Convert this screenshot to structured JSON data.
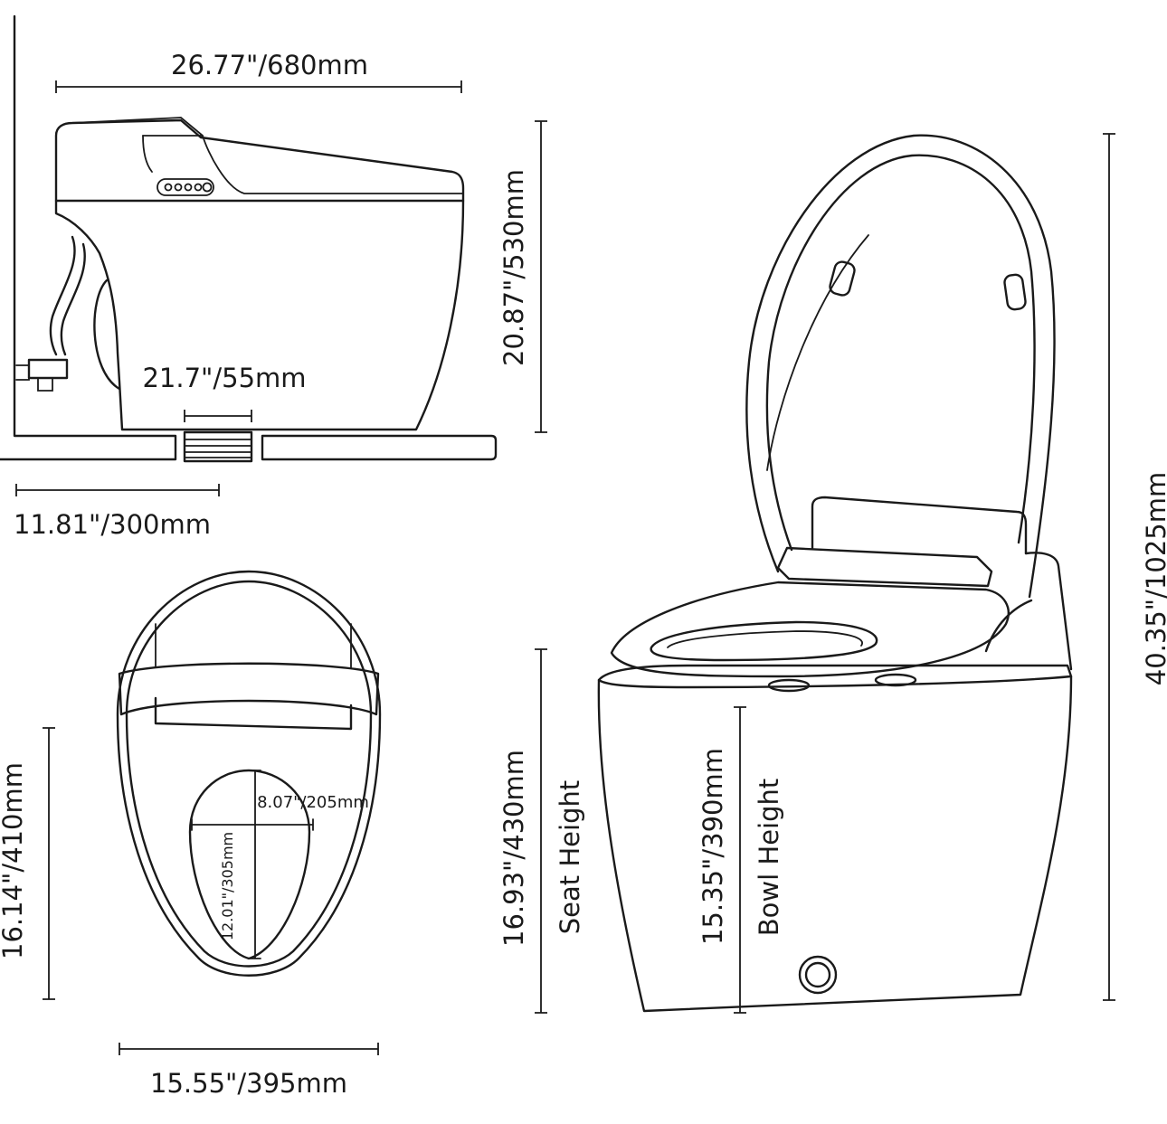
{
  "side_view": {
    "length_label": "26.77\"/680mm",
    "height_label": "20.87\"/530mm",
    "outlet_label": "21.7\"/55mm",
    "rough_in_label": "11.81\"/300mm"
  },
  "top_view": {
    "depth_label": "16.14\"/410mm",
    "width_label": "15.55\"/395mm",
    "opening_width_label": "8.07\"/205mm",
    "opening_length_label": "12.01\"/305mm"
  },
  "front_view": {
    "total_height_label": "40.35\"/1025mm",
    "seat_height_value": "16.93\"/430mm",
    "seat_height_name": "Seat Height",
    "bowl_height_value": "15.35\"/390mm",
    "bowl_height_name": "Bowl Height"
  },
  "colors": {
    "ink": "#1a1a1a",
    "background": "#ffffff"
  }
}
